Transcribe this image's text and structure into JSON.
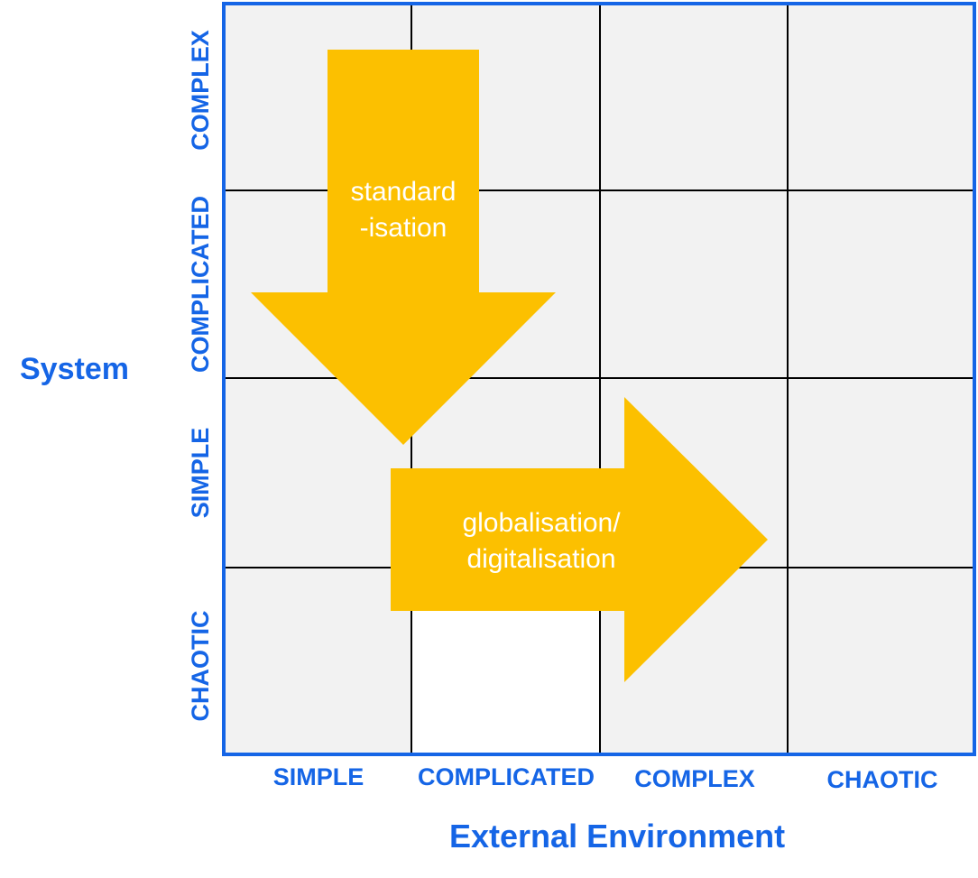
{
  "system_label": "System",
  "environment_label": "External Environment",
  "columns": [
    "SIMPLE",
    "COMPLICATED",
    "COMPLEX",
    "CHAOTIC"
  ],
  "rows": [
    "COMPLEX",
    "COMPLICATED",
    "SIMPLE",
    "CHAOTIC"
  ],
  "arrows": {
    "down": {
      "line1": "standard",
      "line2": "-isation"
    },
    "right": {
      "line1": "globalisation/",
      "line2": "digitalisation"
    }
  },
  "colors": {
    "accent_blue": "#1565e6",
    "arrow_fill": "#fcc000",
    "cell_fill": "#f2f2f2",
    "grid_line": "#000000",
    "arrow_text": "#ffffff"
  }
}
